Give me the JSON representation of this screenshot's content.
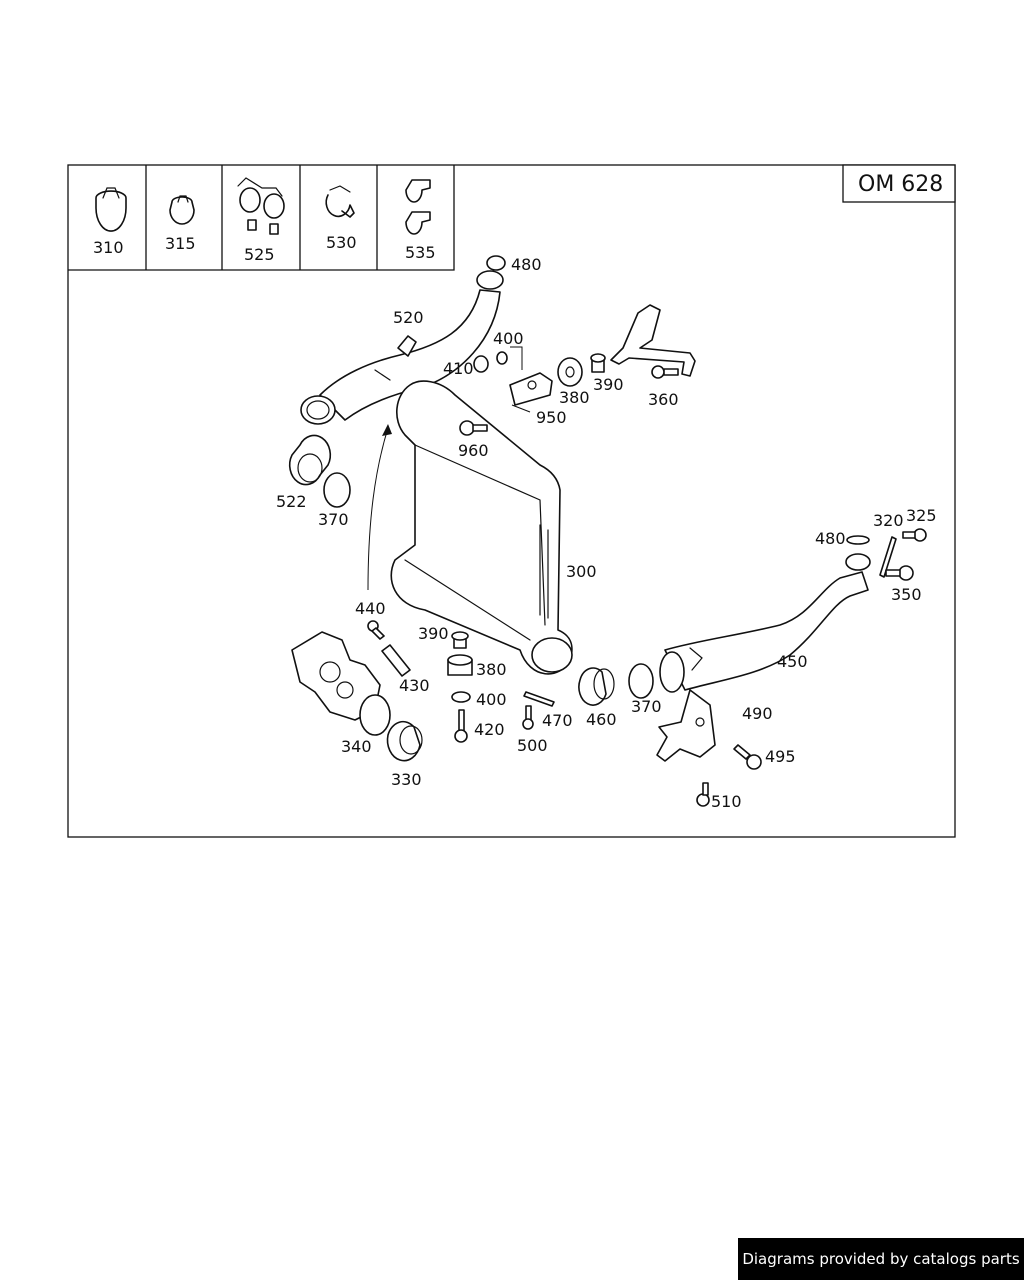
{
  "model_badge": "OM 628",
  "clamp_labels": [
    "310",
    "315",
    "525",
    "530",
    "535"
  ],
  "parts": {
    "p300": "300",
    "p320": "320",
    "p325": "325",
    "p330": "330",
    "p340": "340",
    "p350": "350",
    "p360": "360",
    "p370a": "370",
    "p370b": "370",
    "p380a": "380",
    "p380b": "380",
    "p390a": "390",
    "p390b": "390",
    "p400a": "400",
    "p400b": "400",
    "p410": "410",
    "p420": "420",
    "p430": "430",
    "p440": "440",
    "p450": "450",
    "p460": "460",
    "p470": "470",
    "p480a": "480",
    "p480b": "480",
    "p490": "490",
    "p495": "495",
    "p500": "500",
    "p510": "510",
    "p520": "520",
    "p522": "522",
    "p950": "950",
    "p960": "960"
  },
  "watermark": "Diagrams provided by catalogs parts"
}
